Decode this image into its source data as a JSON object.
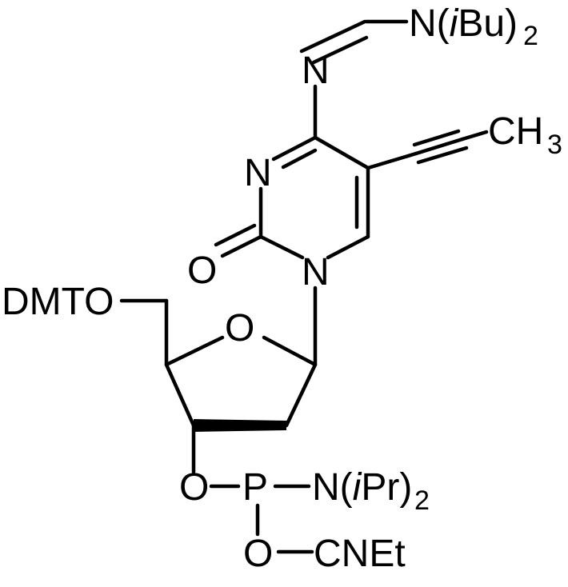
{
  "structure": {
    "atoms": {
      "n_top": "N",
      "ibu_n": "N(",
      "ibu_i": "i",
      "ibu_rest": "Bu)",
      "ibu_sub": "2",
      "ch3_main": "CH",
      "ch3_sub": "3",
      "n_ring": "N",
      "o_carbonyl": "O",
      "n1": "N",
      "dmto": "DMTO",
      "o_ring": "O",
      "o3": "O",
      "p": "P",
      "ipr_n": "N(",
      "ipr_i": "i",
      "ipr_rest": "Pr)",
      "ipr_sub": "2",
      "o_bottom": "O",
      "cnet": "CNEt"
    }
  }
}
